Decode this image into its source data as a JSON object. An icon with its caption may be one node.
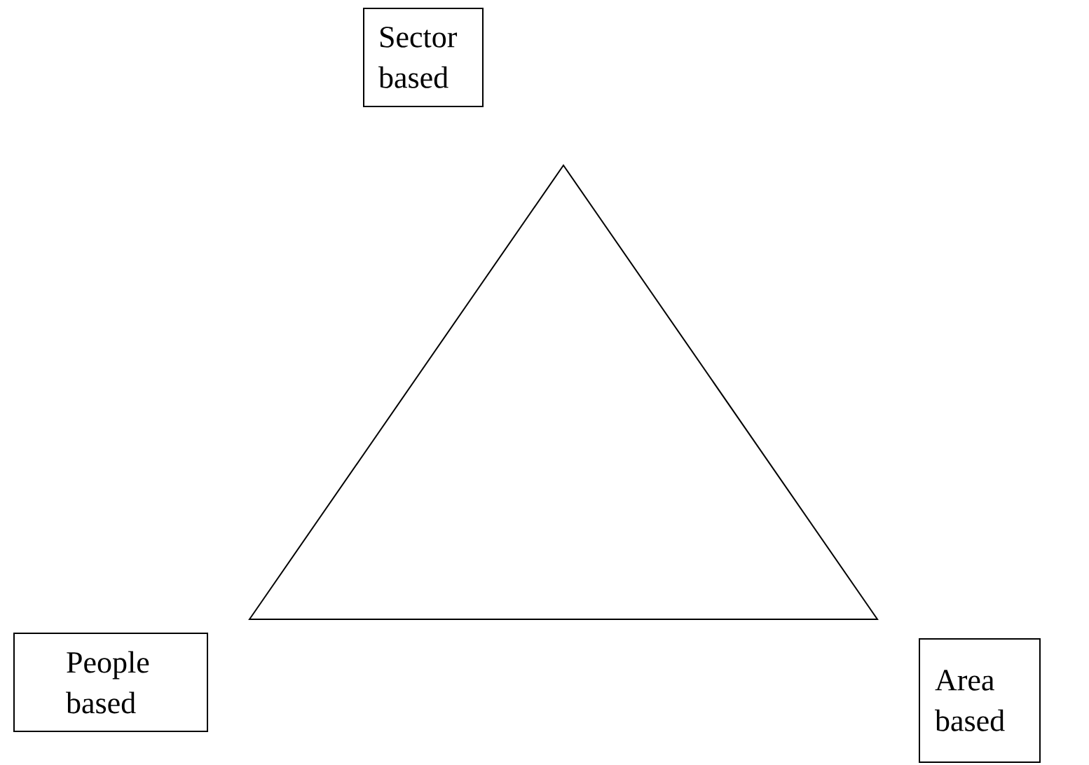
{
  "diagram": {
    "nodes": [
      {
        "text": [
          "Sector based"
        ]
      },
      {
        "text": [
          "People based"
        ]
      },
      {
        "text": [
          "Area based"
        ]
      },
      {
        "text": [],
        "shape": "triangle"
      }
    ]
  }
}
